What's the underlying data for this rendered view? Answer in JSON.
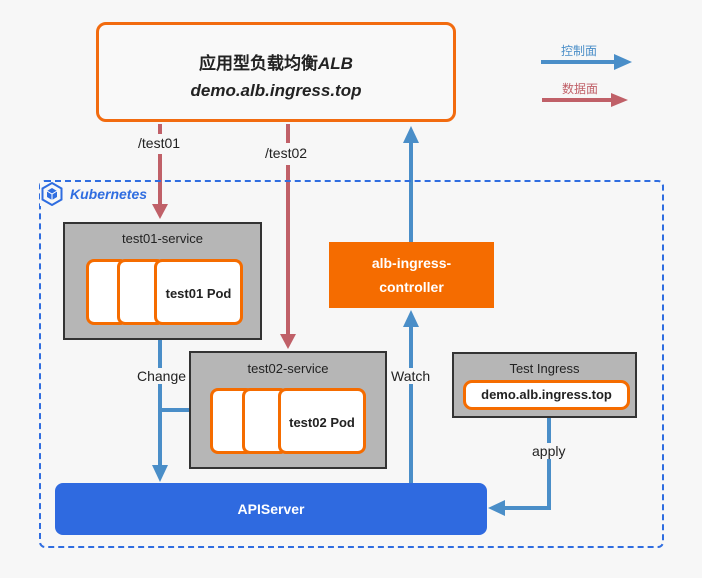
{
  "alb": {
    "title_cn": "应用型负载均衡",
    "title_suffix": "ALB",
    "host": "demo.alb.ingress.top"
  },
  "legend": {
    "control_plane": {
      "label": "控制面",
      "color": "#4a8ec8"
    },
    "data_plane": {
      "label": "数据面",
      "color": "#c06068"
    }
  },
  "kubernetes": {
    "label": "Kubernetes",
    "icon": "kubernetes-icon",
    "color": "#2f6de0"
  },
  "services": [
    {
      "name": "test01-service",
      "pod_label": "test01 Pod",
      "route": "/test01"
    },
    {
      "name": "test02-service",
      "pod_label": "test02 Pod",
      "route": "/test02"
    }
  ],
  "controller": {
    "line1": "alb-ingress-",
    "line2": "controller",
    "color": "#f56c00"
  },
  "apiserver": {
    "label": "APIServer",
    "color": "#2f6ae0"
  },
  "ingress": {
    "title": "Test Ingress",
    "host": "demo.alb.ingress.top"
  },
  "edges": {
    "change": "Change",
    "watch": "Watch",
    "apply": "apply"
  }
}
